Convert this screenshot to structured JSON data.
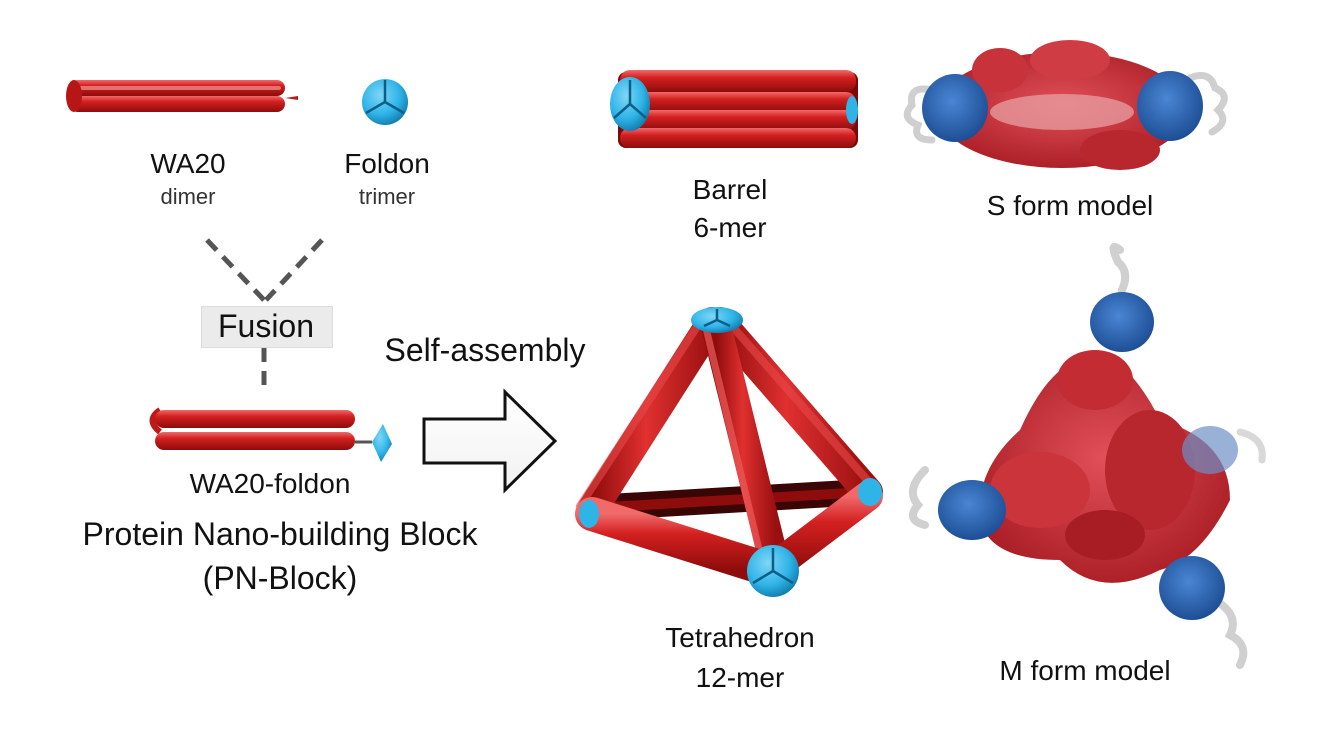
{
  "components": {
    "wa20": {
      "name": "WA20",
      "state": "dimer"
    },
    "foldon": {
      "name": "Foldon",
      "state": "trimer"
    }
  },
  "fusion": {
    "label": "Fusion"
  },
  "block": {
    "name": "WA20-foldon",
    "title": "Protein Nano-building Block",
    "abbrev": "(PN-Block)"
  },
  "process": {
    "label": "Self-assembly"
  },
  "products": {
    "barrel": {
      "name": "Barrel",
      "size": "6-mer"
    },
    "tetrahedron": {
      "name": "Tetrahedron",
      "size": "12-mer"
    }
  },
  "models": {
    "s_form": "S form model",
    "m_form": "M form model"
  },
  "colors": {
    "helix": "#d42020",
    "helix_dark": "#8e0c0c",
    "helix_light": "#f06a6a",
    "foldon": "#2fb4e8",
    "foldon_dark": "#0e78a8",
    "surface_red": "#c8323a",
    "surface_blue": "#2b62b0",
    "surface_white": "#dcdcdc"
  }
}
